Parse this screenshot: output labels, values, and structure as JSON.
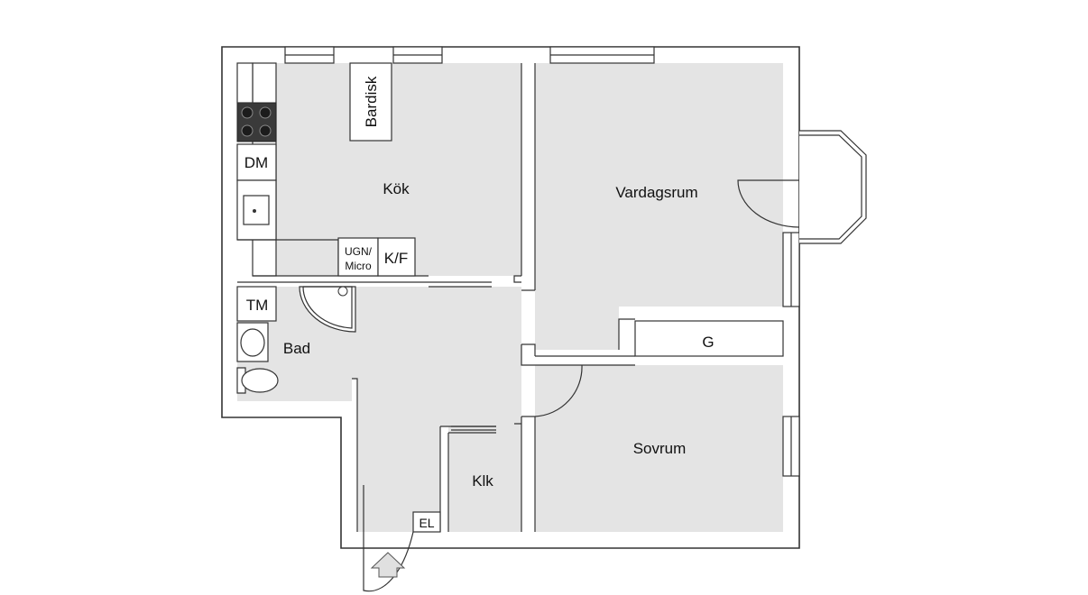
{
  "rooms": {
    "kok": "Kök",
    "vardagsrum": "Vardagsrum",
    "bad": "Bad",
    "sovrum": "Sovrum",
    "klk": "Klk"
  },
  "fixtures": {
    "bardisk": "Bardisk",
    "dm": "DM",
    "ugn_line1": "UGN/",
    "ugn_line2": "Micro",
    "kf": "K/F",
    "tm": "TM",
    "g": "G",
    "el": "EL"
  },
  "colors": {
    "floor": "#e4e4e4",
    "wall": "#333333",
    "background": "#ffffff"
  }
}
